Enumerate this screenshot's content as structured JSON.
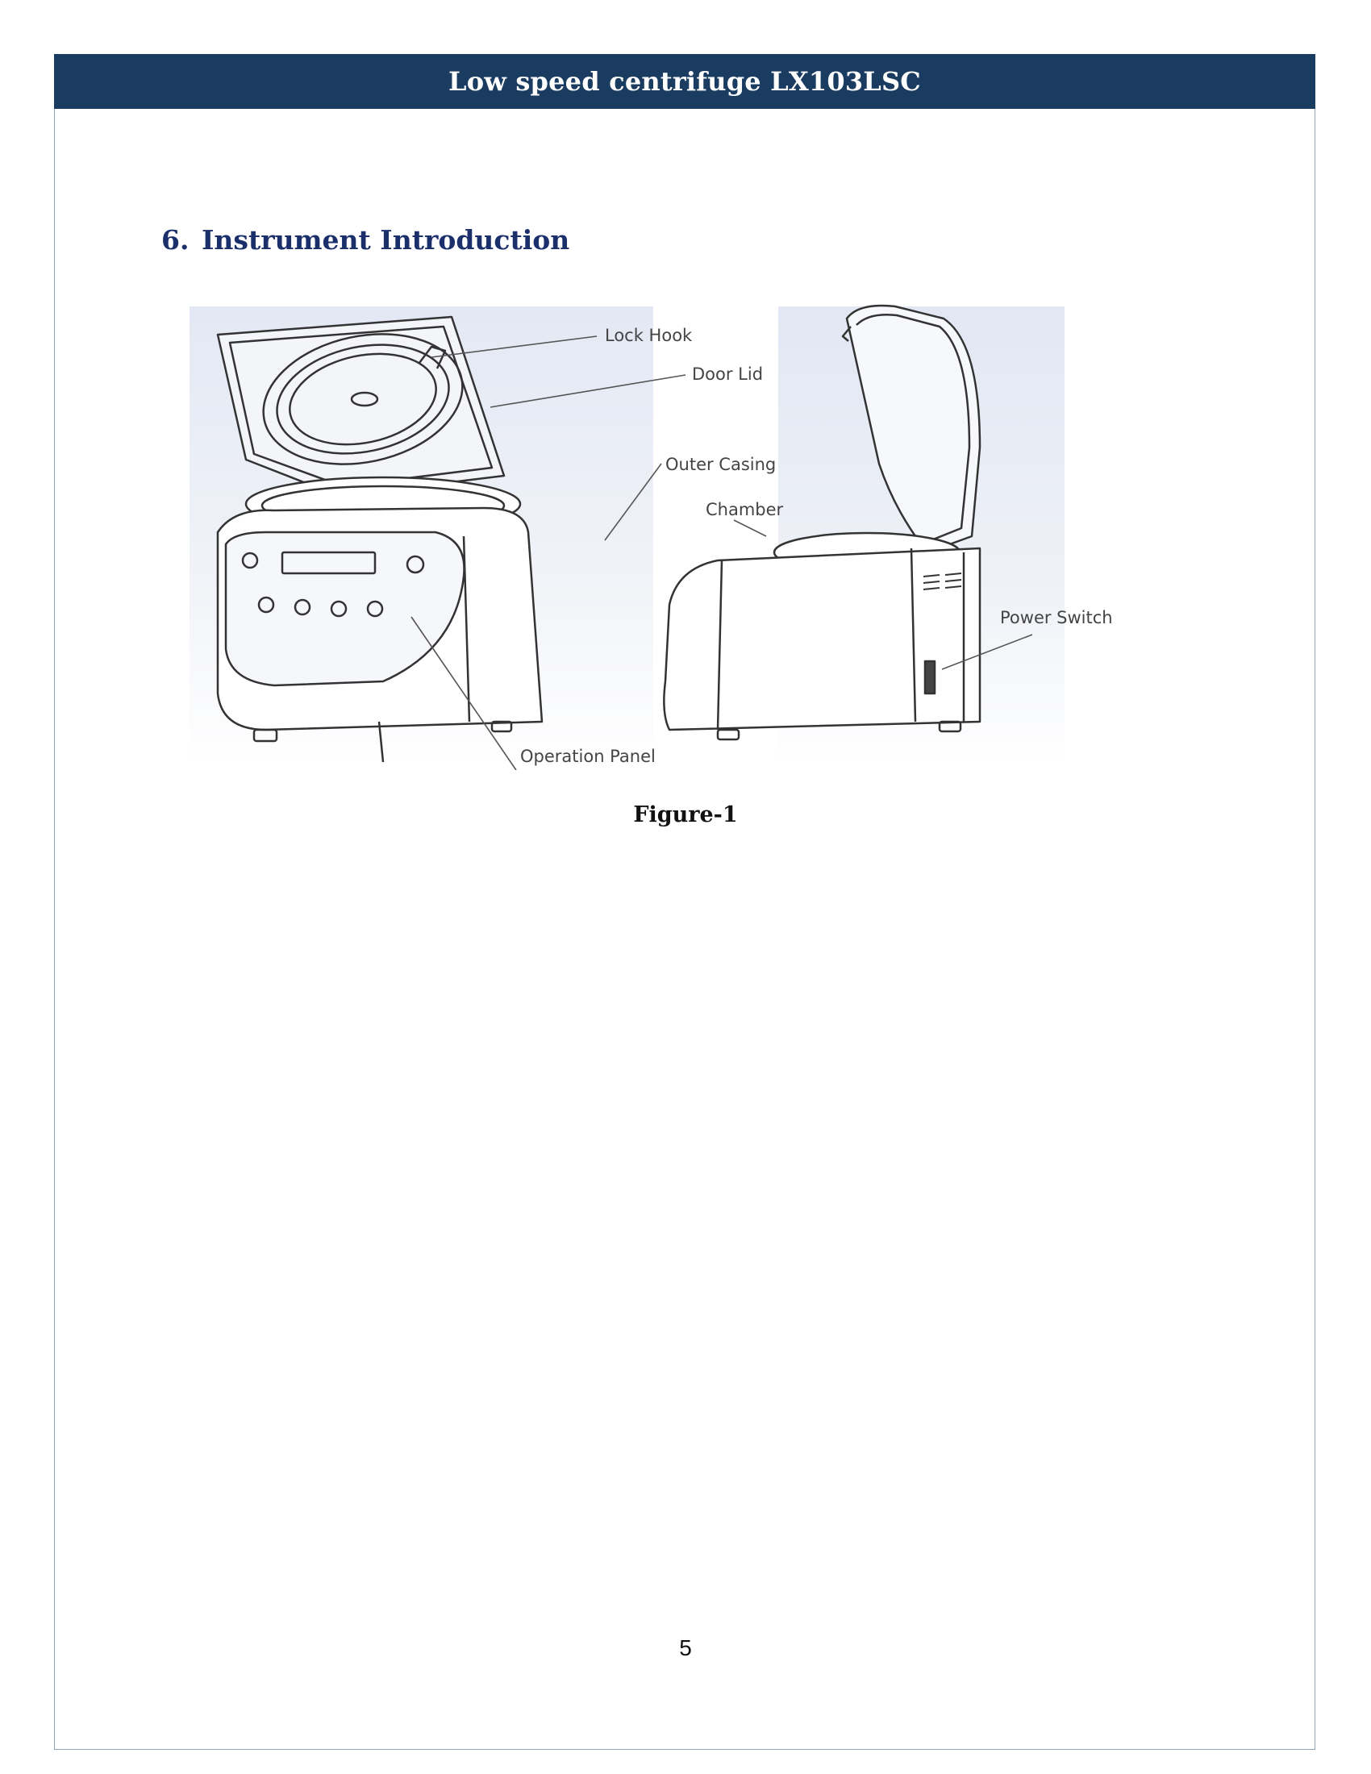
{
  "header": {
    "title": "Low speed centrifuge LX103LSC"
  },
  "section": {
    "number": "6.",
    "title": "Instrument Introduction"
  },
  "figure": {
    "callouts": {
      "lock_hook": "Lock Hook",
      "door_lid": "Door Lid",
      "outer_casing": "Outer Casing",
      "chamber": "Chamber",
      "power_switch": "Power Switch",
      "operation_panel": "Operation Panel"
    },
    "caption": "Figure-1"
  },
  "footer": {
    "page_number": "5"
  }
}
